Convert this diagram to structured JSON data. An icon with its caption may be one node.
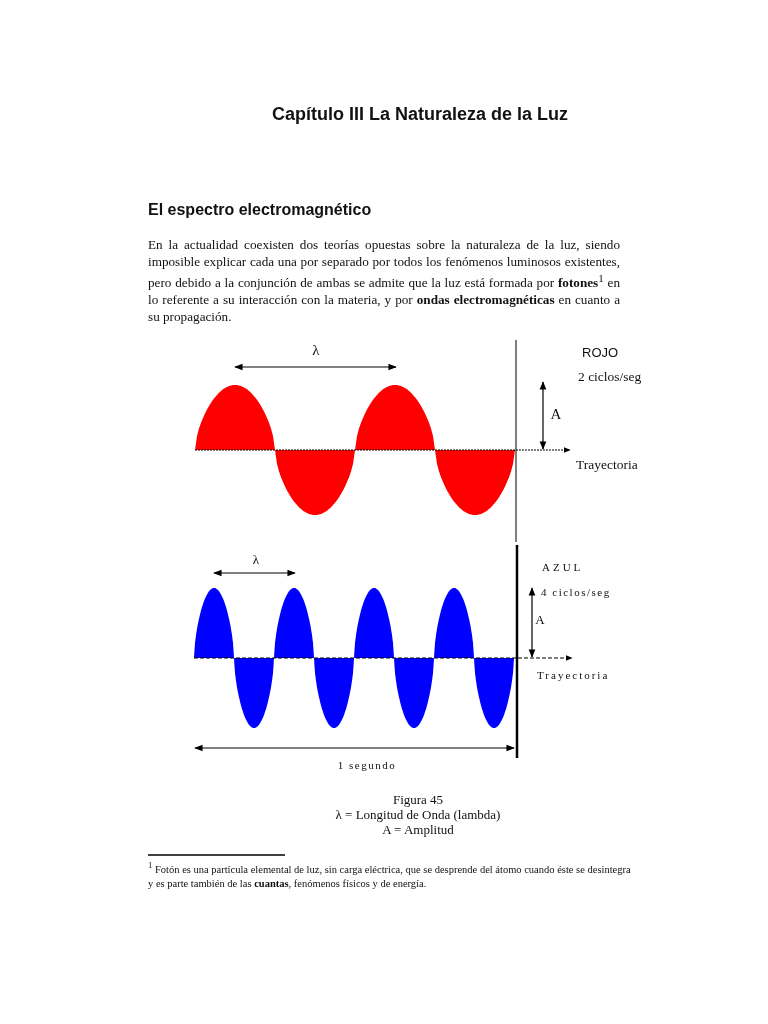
{
  "diagram": {
    "title": "Capítulo III La Naturaleza de la Luz",
    "caption": "Figura 45",
    "labels": [
      "El espectro electromagnético",
      "En la actualidad coexisten dos teorías opuestas sobre la naturaleza de la luz, siendo imposible explicar cada una por separado por todos los fenómenos luminosos existentes, pero debido a la conjunción de ambas se admite que la luz está formada por **fotones**$^{1}$ en lo referente a su interacción con la materia, y por **ondas electromagnéticas** en cuanto a su propagación.",
      "λ",
      "ROJO",
      "2 ciclos/seg",
      "A",
      "Trayectoria",
      "λ",
      "AZUL",
      "4 ciclos/seg",
      "A",
      "Trayectoria",
      "1 segundo",
      "λ = Longitud de Onda (lambda)",
      "A = Amplitud",
      "$^{1}$ Fotón es una partícula elemental de luz, sin carga eléctrica, que se desprende del átomo cuando éste se desintegra y es parte también de las **cuantas**, fenómenos físicos y de energía."
    ]
  }
}
